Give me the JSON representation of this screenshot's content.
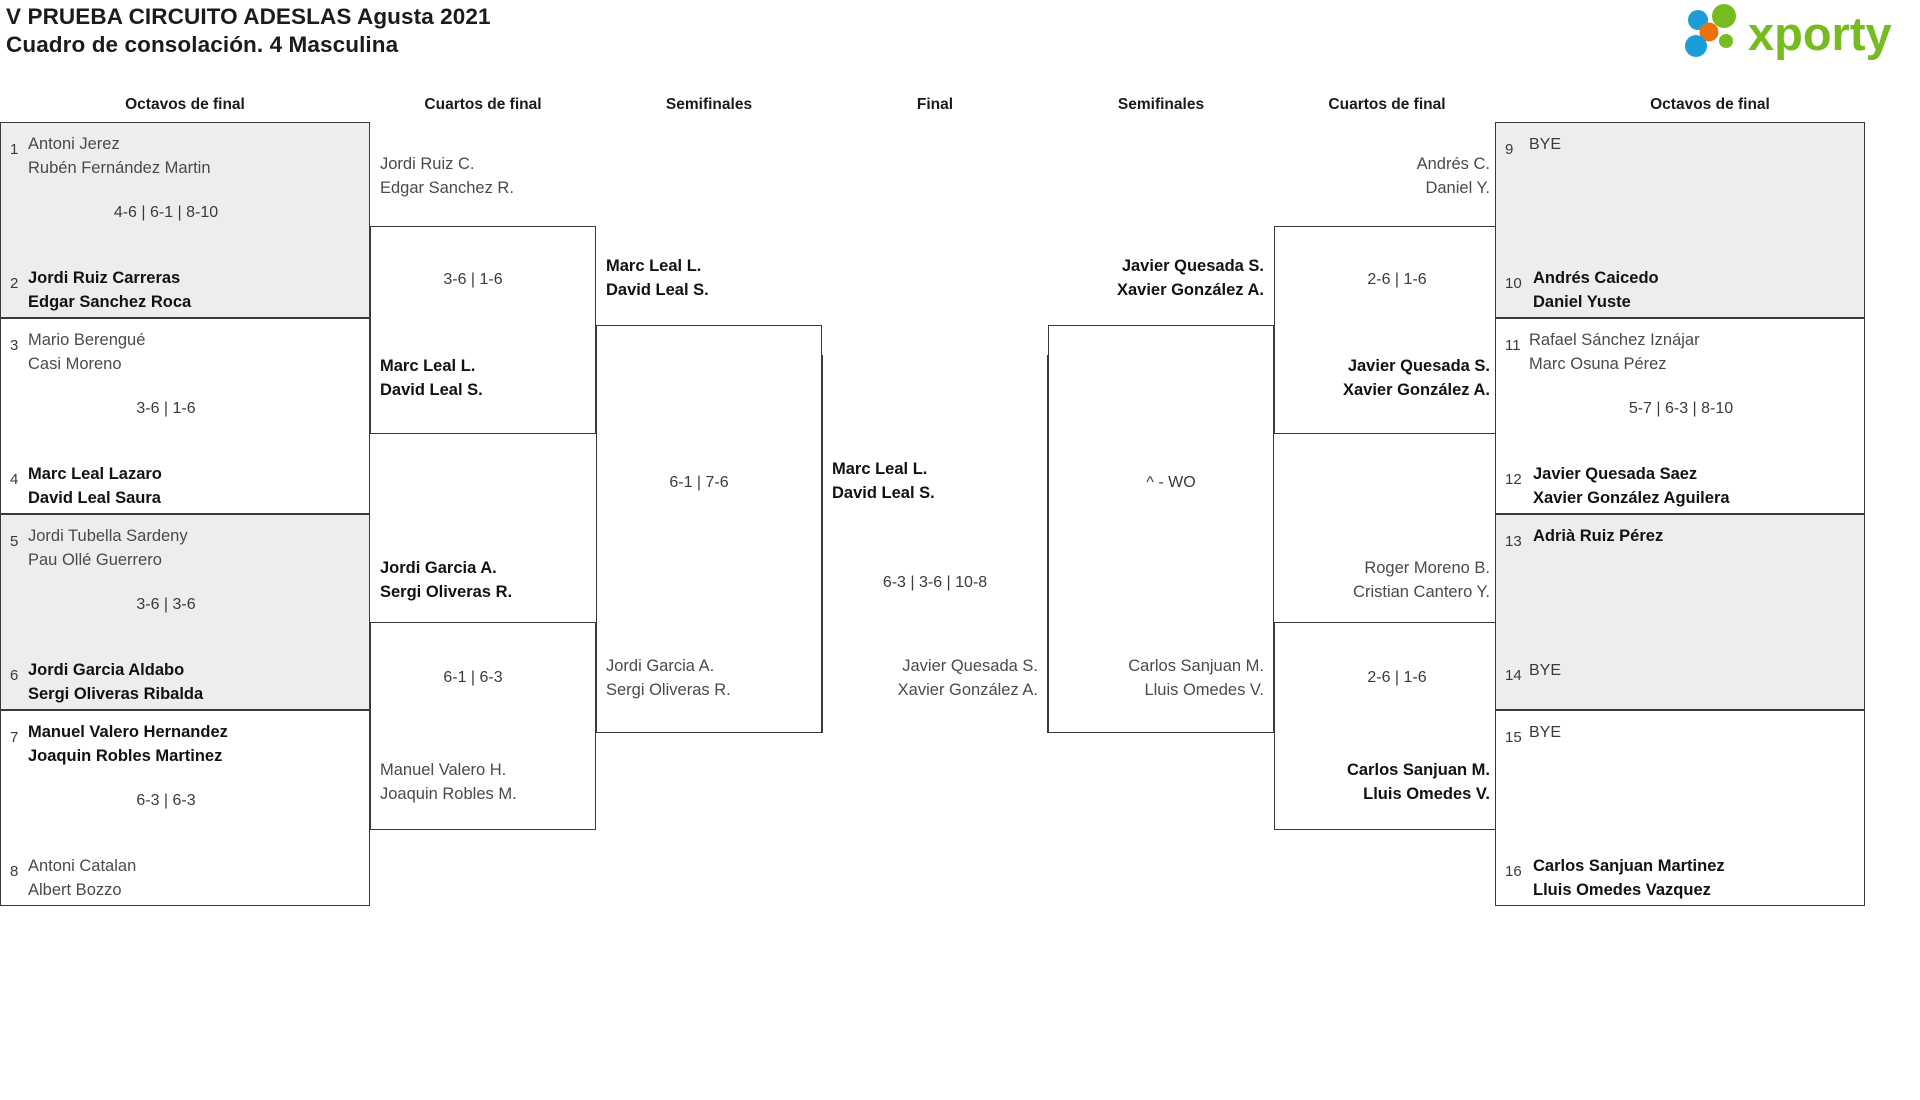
{
  "header": {
    "title_line1": "V PRUEBA CIRCUITO ADESLAS Agusta 2021",
    "title_line2": "Cuadro de consolación. 4 Masculina",
    "logo_text": "xporty",
    "logo_colors": {
      "green": "#76bc21",
      "orange": "#e8720c",
      "blue": "#1b9dd9"
    }
  },
  "round_headers": {
    "l_octavos": "Octavos de final",
    "l_cuartos": "Cuartos de final",
    "l_semis": "Semifinales",
    "final": "Final",
    "r_semis": "Semifinales",
    "r_cuartos": "Cuartos de final",
    "r_octavos": "Octavos de final"
  },
  "left_octavos": {
    "matches": [
      {
        "shade": true,
        "top": {
          "seed": "1",
          "line1": "Antoni Jerez",
          "line2": "Rubén Fernández Martin",
          "winner": false
        },
        "bottom": {
          "seed": "2",
          "line1": "Jordi Ruiz Carreras",
          "line2": "Edgar Sanchez Roca",
          "winner": true
        },
        "score": "4-6 | 6-1 | 8-10"
      },
      {
        "shade": false,
        "top": {
          "seed": "3",
          "line1": "Mario Berengué",
          "line2": "Casi Moreno",
          "winner": false
        },
        "bottom": {
          "seed": "4",
          "line1": "Marc Leal Lazaro",
          "line2": "David Leal Saura",
          "winner": true
        },
        "score": "3-6 | 1-6"
      },
      {
        "shade": true,
        "top": {
          "seed": "5",
          "line1": "Jordi Tubella Sardeny",
          "line2": "Pau Ollé Guerrero",
          "winner": false
        },
        "bottom": {
          "seed": "6",
          "line1": "Jordi Garcia Aldabo",
          "line2": "Sergi Oliveras Ribalda",
          "winner": true
        },
        "score": "3-6 | 3-6"
      },
      {
        "shade": false,
        "top": {
          "seed": "7",
          "line1": "Manuel Valero Hernandez",
          "line2": "Joaquin Robles Martinez",
          "winner": true
        },
        "bottom": {
          "seed": "8",
          "line1": "Antoni Catalan",
          "line2": "Albert Bozzo",
          "winner": false
        },
        "score": "6-3 | 6-3"
      }
    ]
  },
  "left_cuartos": {
    "matches": [
      {
        "top": {
          "line1": "Jordi Ruiz C.",
          "line2": "Edgar Sanchez R.",
          "winner": false
        },
        "bottom": {
          "line1": "Marc Leal L.",
          "line2": "David Leal S.",
          "winner": true
        },
        "score": "3-6 | 1-6"
      },
      {
        "top": {
          "line1": "Jordi Garcia A.",
          "line2": "Sergi Oliveras R.",
          "winner": true
        },
        "bottom": {
          "line1": "Manuel Valero H.",
          "line2": "Joaquin Robles M.",
          "winner": false
        },
        "score": "6-1 | 6-3"
      }
    ]
  },
  "left_semis": {
    "matches": [
      {
        "top": {
          "line1": "Marc Leal L.",
          "line2": "David Leal S.",
          "winner": true
        },
        "bottom": {
          "line1": "Jordi Garcia A.",
          "line2": "Sergi Oliveras R.",
          "winner": false
        },
        "score": "6-1 | 7-6"
      }
    ]
  },
  "final": {
    "top": {
      "line1": "Marc Leal L.",
      "line2": "David Leal S.",
      "winner": true
    },
    "bottom": {
      "line1": "Javier Quesada S.",
      "line2": "Xavier González A.",
      "winner": false
    },
    "score": "6-3 | 3-6 | 10-8"
  },
  "right_semis": {
    "matches": [
      {
        "top": {
          "line1": "Javier Quesada S.",
          "line2": "Xavier González A.",
          "winner": true
        },
        "bottom": {
          "line1": "Carlos Sanjuan M.",
          "line2": "Lluis Omedes V.",
          "winner": false
        },
        "score": "^ - WO"
      }
    ]
  },
  "right_cuartos": {
    "matches": [
      {
        "top": {
          "line1": "Andrés C.",
          "line2": "Daniel Y.",
          "winner": false
        },
        "bottom": {
          "line1": "Javier Quesada S.",
          "line2": "Xavier González A.",
          "winner": true
        },
        "score": "2-6 | 1-6"
      },
      {
        "top": {
          "line1": "Roger Moreno B.",
          "line2": "Cristian Cantero Y.",
          "winner": false
        },
        "bottom": {
          "line1": "Carlos Sanjuan M.",
          "line2": "Lluis Omedes V.",
          "winner": true
        },
        "score": "2-6 | 1-6"
      }
    ]
  },
  "right_octavos": {
    "matches": [
      {
        "shade": true,
        "top": {
          "seed": "9",
          "line1": "BYE",
          "line2": "",
          "winner": false,
          "bye": true
        },
        "bottom": {
          "seed": "10",
          "line1": "Andrés Caicedo",
          "line2": "Daniel Yuste",
          "winner": true
        },
        "score": ""
      },
      {
        "shade": false,
        "top": {
          "seed": "11",
          "line1": "Rafael Sánchez Iznájar",
          "line2": "Marc Osuna Pérez",
          "winner": false
        },
        "bottom": {
          "seed": "12",
          "line1": "Javier Quesada Saez",
          "line2": "Xavier González Aguilera",
          "winner": true
        },
        "score": "5-7 | 6-3 | 8-10"
      },
      {
        "shade": true,
        "top": {
          "seed": "13",
          "line1": "Adrià Ruiz Pérez",
          "line2": "",
          "winner": true
        },
        "bottom": {
          "seed": "14",
          "line1": "BYE",
          "line2": "",
          "winner": false,
          "bye": true
        },
        "score": ""
      },
      {
        "shade": false,
        "top": {
          "seed": "15",
          "line1": "BYE",
          "line2": "",
          "winner": false,
          "bye": true
        },
        "bottom": {
          "seed": "16",
          "line1": "Carlos Sanjuan Martinez",
          "line2": "Lluis Omedes Vazquez",
          "winner": true
        },
        "score": ""
      }
    ]
  }
}
